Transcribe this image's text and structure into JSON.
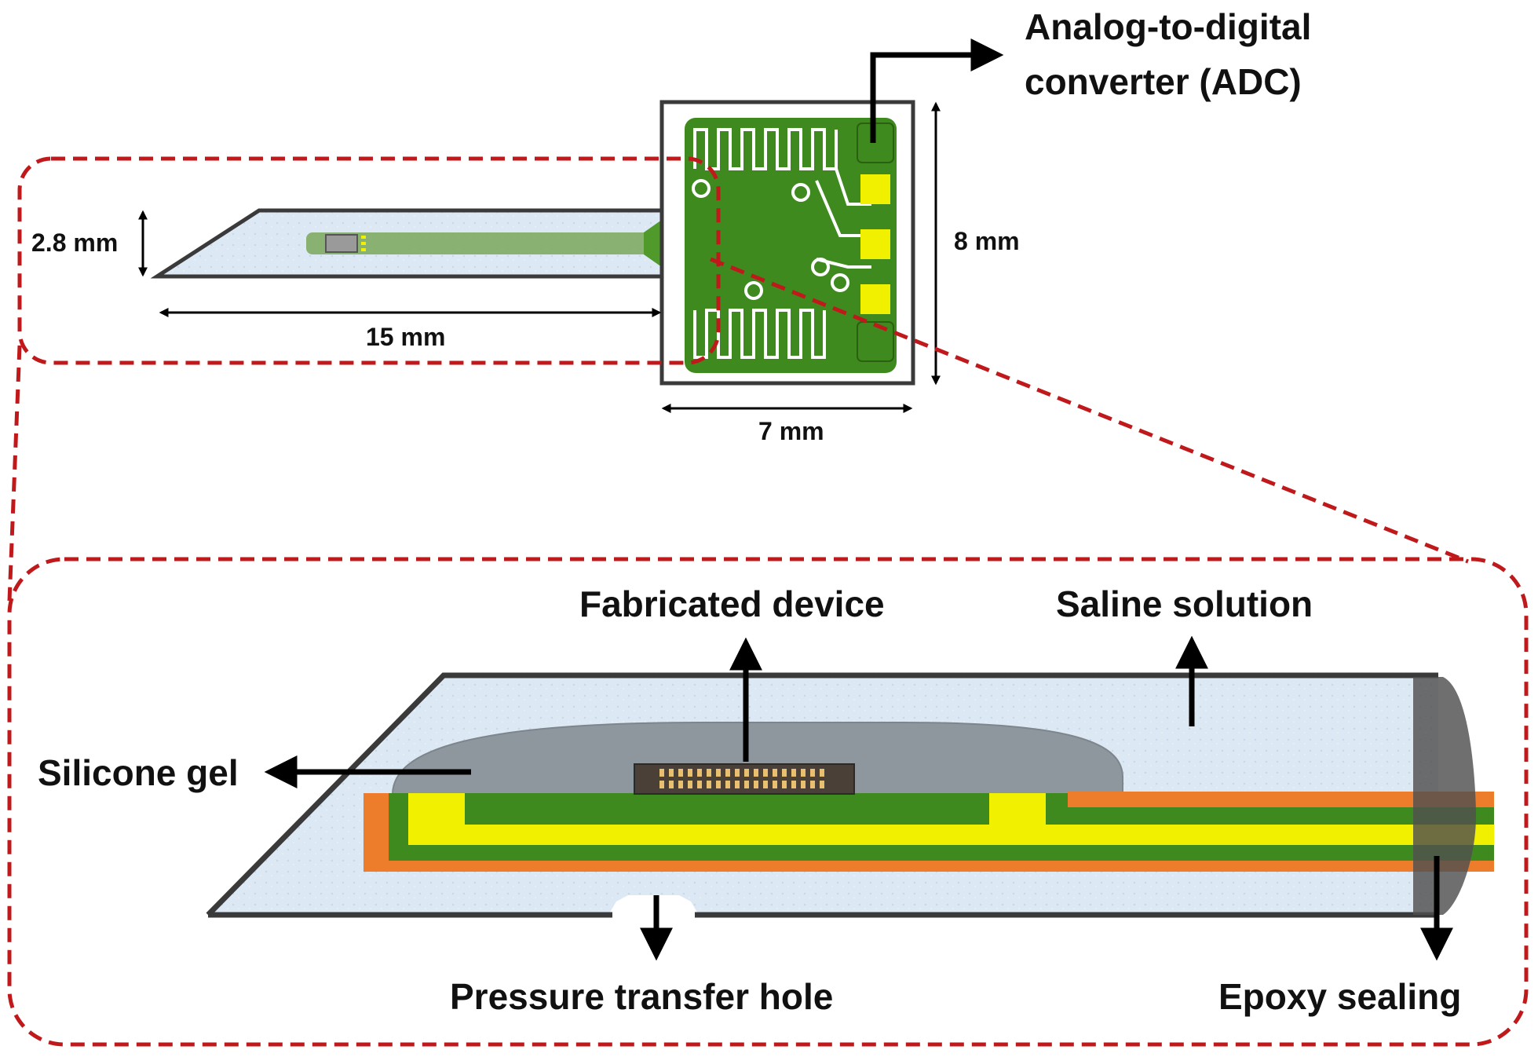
{
  "labels": {
    "adc_line1": "Analog-to-digital",
    "adc_line2": "converter (ADC)",
    "dim_height": "2.8 mm",
    "dim_length": "15 mm",
    "dim_board_height": "8 mm",
    "dim_board_width": "7 mm",
    "fabricated_device": "Fabricated device",
    "saline_solution": "Saline solution",
    "silicone_gel": "Silicone gel",
    "pressure_hole": "Pressure transfer hole",
    "epoxy_sealing": "Epoxy sealing"
  },
  "colors": {
    "outline": "#3a3a3a",
    "callout": "#c0191b",
    "pcb_green": "#3e8a1e",
    "pad_yellow": "#f0f000",
    "flex_orange": "#ee7d2b",
    "liquid": "#d9e6f2",
    "gel": "#8e969e",
    "epoxy": "#555555"
  }
}
